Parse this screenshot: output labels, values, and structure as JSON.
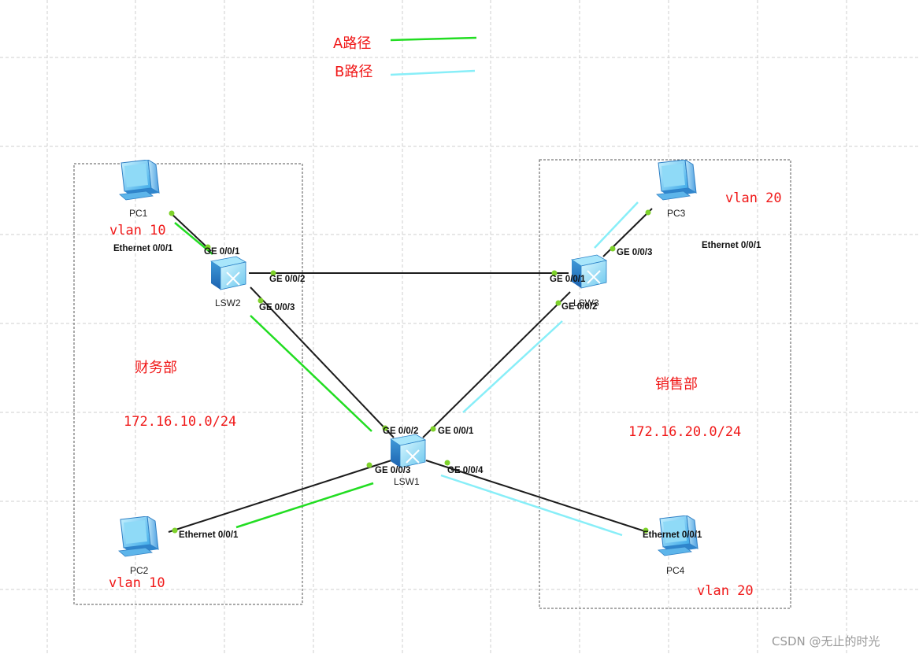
{
  "legend": {
    "a_path": {
      "label": "A路径",
      "color": "#22dd22"
    },
    "b_path": {
      "label": "B路径",
      "color": "#88eef8"
    }
  },
  "departments": {
    "finance": {
      "name": "财务部",
      "subnet": "172.16.10.0/24"
    },
    "sales": {
      "name": "销售部",
      "subnet": "172.16.20.0/24"
    }
  },
  "devices": {
    "pc1": {
      "name": "PC1",
      "icon": "pc-icon",
      "vlan": "vlan 10"
    },
    "pc2": {
      "name": "PC2",
      "icon": "pc-icon",
      "vlan": "vlan 10"
    },
    "pc3": {
      "name": "PC3",
      "icon": "pc-icon",
      "vlan": "vlan 20"
    },
    "pc4": {
      "name": "PC4",
      "icon": "pc-icon",
      "vlan": "vlan 20"
    },
    "lsw1": {
      "name": "LSW1",
      "icon": "switch-icon"
    },
    "lsw2": {
      "name": "LSW2",
      "icon": "switch-icon"
    },
    "lsw3": {
      "name": "LSW3",
      "icon": "switch-icon"
    }
  },
  "ports": {
    "pc1_eth": "Ethernet 0/0/1",
    "lsw2_g1": "GE 0/0/1",
    "lsw2_g2": "GE 0/0/2",
    "lsw2_g3": "GE 0/0/3",
    "lsw3_g1": "GE 0/0/1",
    "lsw3_g2": "GE 0/0/2",
    "lsw3_g3": "GE 0/0/3",
    "pc3_eth": "Ethernet 0/0/1",
    "lsw1_g2": "GE 0/0/2",
    "lsw1_g1": "GE 0/0/1",
    "lsw1_g3": "GE 0/0/3",
    "lsw1_g4": "GE 0/0/4",
    "pc2_eth": "Ethernet 0/0/1",
    "pc4_eth": "Ethernet 0/0/1"
  },
  "links": [
    {
      "from": "PC1",
      "to": "LSW2"
    },
    {
      "from": "LSW2",
      "to": "LSW3"
    },
    {
      "from": "LSW2",
      "to": "LSW1"
    },
    {
      "from": "LSW3",
      "to": "PC3"
    },
    {
      "from": "LSW3",
      "to": "LSW1"
    },
    {
      "from": "LSW1",
      "to": "PC2"
    },
    {
      "from": "LSW1",
      "to": "PC4"
    }
  ],
  "watermark": "CSDN @无止的时光"
}
